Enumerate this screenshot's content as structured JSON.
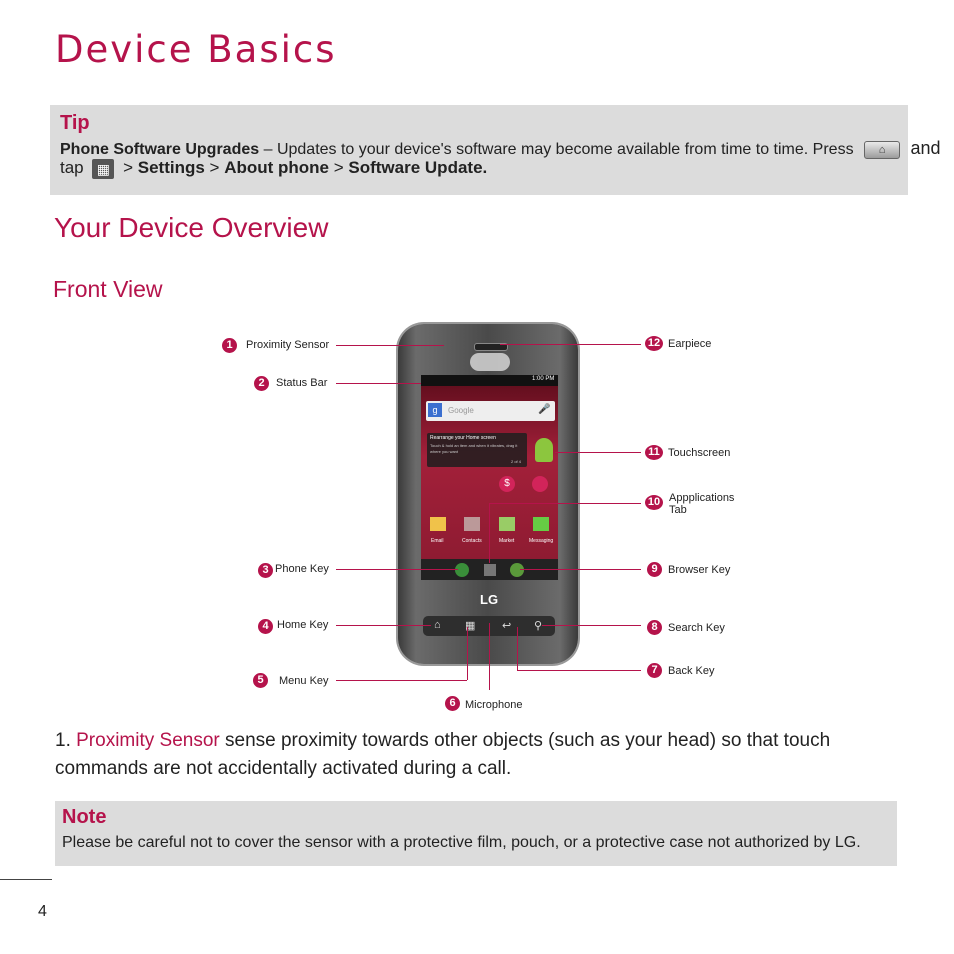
{
  "title": "Device Basics",
  "tip": {
    "heading": "Tip",
    "upgrades_label": "Phone Software Upgrades",
    "upgrades_text": " – Updates to your device's software may become available from time to time. Press",
    "and": "and",
    "tap": "tap",
    "path_sep1": " > ",
    "settings": "Settings",
    "path_sep2": " > ",
    "about": "About phone",
    "path_sep3": " > ",
    "software_update": "Software Update."
  },
  "section_title": "Your Device Overview",
  "subsection_title": "Front View",
  "callouts": {
    "proximity_sensor": {
      "num": "1",
      "label": "Proximity Sensor"
    },
    "status_bar": {
      "num": "2",
      "label": "Status Bar"
    },
    "phone_key": {
      "num": "3",
      "label": "Phone Key"
    },
    "home_key": {
      "num": "4",
      "label": "Home Key"
    },
    "menu_key": {
      "num": "5",
      "label": "Menu Key"
    },
    "microphone": {
      "num": "6",
      "label": "Microphone"
    },
    "back_key": {
      "num": "7",
      "label": "Back Key"
    },
    "search_key": {
      "num": "8",
      "label": "Search Key"
    },
    "browser_key": {
      "num": "9",
      "label": "Browser Key"
    },
    "applications_tab": {
      "num": "10",
      "label_line1": "Appplications",
      "label_line2": "Tab"
    },
    "touchscreen": {
      "num": "11",
      "label": "Touchscreen"
    },
    "earpiece": {
      "num": "12",
      "label": "Earpiece"
    }
  },
  "phone": {
    "time": "1:00 PM",
    "search_placeholder": "Google",
    "widget_title": "Rearrange your Home screen",
    "widget_body": "Touch & hold an item and when it vibrates, drag it where you want",
    "widget_pages": "2 of 4",
    "apps": [
      "Email",
      "Contacts",
      "Market",
      "Messaging"
    ],
    "brand": "LG"
  },
  "item1": {
    "prefix": "1. ",
    "term": "Proximity Sensor",
    "text": " sense proximity towards other objects (such as your head) so that touch commands are not accidentally activated during a call."
  },
  "note": {
    "heading": "Note",
    "text": "Please be careful not to cover the sensor with a protective film, pouch, or a protective case not authorized by LG."
  },
  "page_number": "4",
  "colors": {
    "accent": "#b5134b",
    "box": "#dcdcdc"
  },
  "icons": {
    "home_key": "home-icon",
    "apps_key": "apps-grid-icon"
  }
}
